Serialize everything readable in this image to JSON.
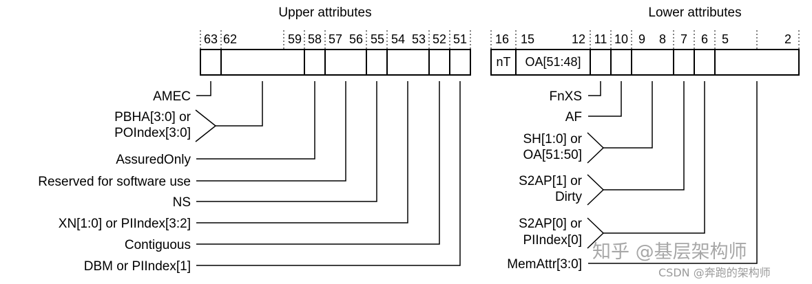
{
  "upper": {
    "title": "Upper attributes",
    "bit_numbers": [
      "63",
      "62",
      "59",
      "58",
      "57",
      "56",
      "55",
      "54",
      "53",
      "52",
      "51"
    ],
    "fields": [
      "AMEC",
      "PBHA[3:0] or",
      "POIndex[3:0]",
      "AssuredOnly",
      "Reserved for software use",
      "NS",
      "XN[1:0] or PIIndex[3:2]",
      "Contiguous",
      "DBM or PIIndex[1]"
    ]
  },
  "lower": {
    "title": "Lower attributes",
    "bit_numbers": [
      "16",
      "15",
      "12",
      "11",
      "10",
      "9",
      "8",
      "7",
      "6",
      "5",
      "2"
    ],
    "cells": [
      "nT",
      "OA[51:48]"
    ],
    "fields": [
      "FnXS",
      "AF",
      "SH[1:0] or",
      "OA[51:50]",
      "S2AP[1] or",
      "Dirty",
      "S2AP[0] or",
      "PIIndex[0]",
      "MemAttr[3:0]"
    ]
  },
  "watermark": {
    "line1": "知乎 @基层架构师",
    "line2": "CSDN @奔跑的架构师"
  }
}
